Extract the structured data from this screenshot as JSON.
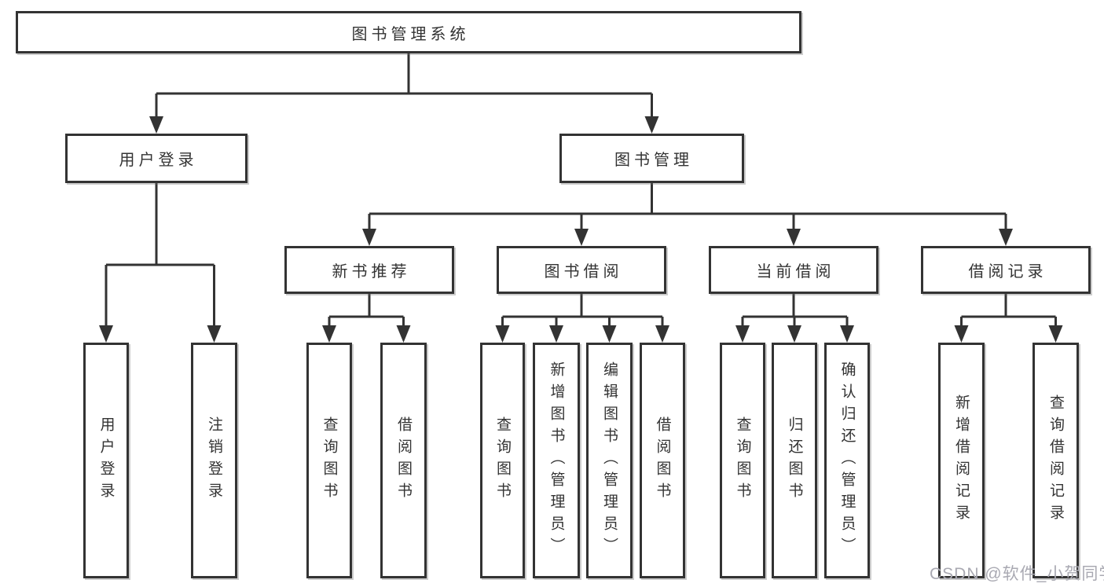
{
  "diagram": {
    "title": "图书管理系统",
    "nodes": [
      {
        "id": "root",
        "label": "图书管理系统",
        "vertical": false
      },
      {
        "id": "login",
        "label": "用户登录",
        "vertical": false
      },
      {
        "id": "mgmt",
        "label": "图书管理",
        "vertical": false
      },
      {
        "id": "recommend",
        "label": "新书推荐",
        "vertical": false
      },
      {
        "id": "borrow",
        "label": "图书借阅",
        "vertical": false
      },
      {
        "id": "current",
        "label": "当前借阅",
        "vertical": false
      },
      {
        "id": "records",
        "label": "借阅记录",
        "vertical": false
      },
      {
        "id": "login-leaf",
        "label": "用户登录",
        "vertical": true
      },
      {
        "id": "logout-leaf",
        "label": "注销登录",
        "vertical": true
      },
      {
        "id": "rec-query",
        "label": "查询图书",
        "vertical": true
      },
      {
        "id": "rec-borrow",
        "label": "借阅图书",
        "vertical": true
      },
      {
        "id": "bor-query",
        "label": "查询图书",
        "vertical": true
      },
      {
        "id": "bor-add",
        "label": "新增图书（管理员）",
        "vertical": true
      },
      {
        "id": "bor-edit",
        "label": "编辑图书（管理员）",
        "vertical": true
      },
      {
        "id": "bor-borrow",
        "label": "借阅图书",
        "vertical": true
      },
      {
        "id": "cur-query",
        "label": "查询图书",
        "vertical": true
      },
      {
        "id": "cur-return",
        "label": "归还图书",
        "vertical": true
      },
      {
        "id": "cur-confirm",
        "label": "确认归还（管理员）",
        "vertical": true
      },
      {
        "id": "his-add",
        "label": "新增借阅记录",
        "vertical": true
      },
      {
        "id": "his-query",
        "label": "查询借阅记录",
        "vertical": true
      }
    ],
    "edges": [
      {
        "from": "root",
        "to": [
          "login",
          "mgmt"
        ]
      },
      {
        "from": "login",
        "to": [
          "login-leaf",
          "logout-leaf"
        ]
      },
      {
        "from": "mgmt",
        "to": [
          "recommend",
          "borrow",
          "current",
          "records"
        ]
      },
      {
        "from": "recommend",
        "to": [
          "rec-query",
          "rec-borrow"
        ]
      },
      {
        "from": "borrow",
        "to": [
          "bor-query",
          "bor-add",
          "bor-edit",
          "bor-borrow"
        ]
      },
      {
        "from": "current",
        "to": [
          "cur-query",
          "cur-return",
          "cur-confirm"
        ]
      },
      {
        "from": "records",
        "to": [
          "his-add",
          "his-query"
        ]
      }
    ]
  },
  "colors": {
    "line": "#333333",
    "text": "#333333",
    "watermark": "#a9a9b2",
    "background": "#ffffff"
  },
  "watermark": {
    "text": "CSDN @软件_小贺同学"
  }
}
